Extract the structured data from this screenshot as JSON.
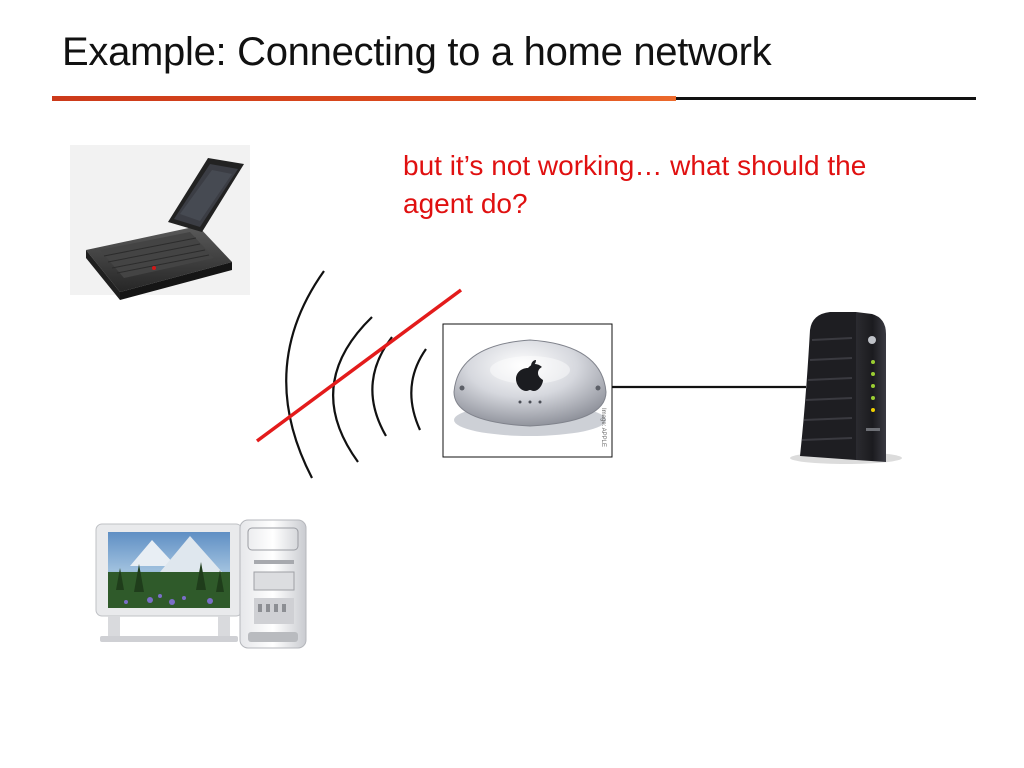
{
  "slide": {
    "title": "Example: Connecting to a home network",
    "note": "but it’s not working… what should the agent do?"
  },
  "colors": {
    "accent_rule": "#d9461c",
    "note_text": "#e01010",
    "cross_line": "#e31b1b",
    "wave": "#111111"
  },
  "devices": {
    "laptop": "laptop-icon",
    "desktop": "desktop-computer-icon",
    "base_station": "wifi-base-station-icon",
    "modem": "cable-modem-icon"
  },
  "base_station_stamp": "Image: APPLE"
}
